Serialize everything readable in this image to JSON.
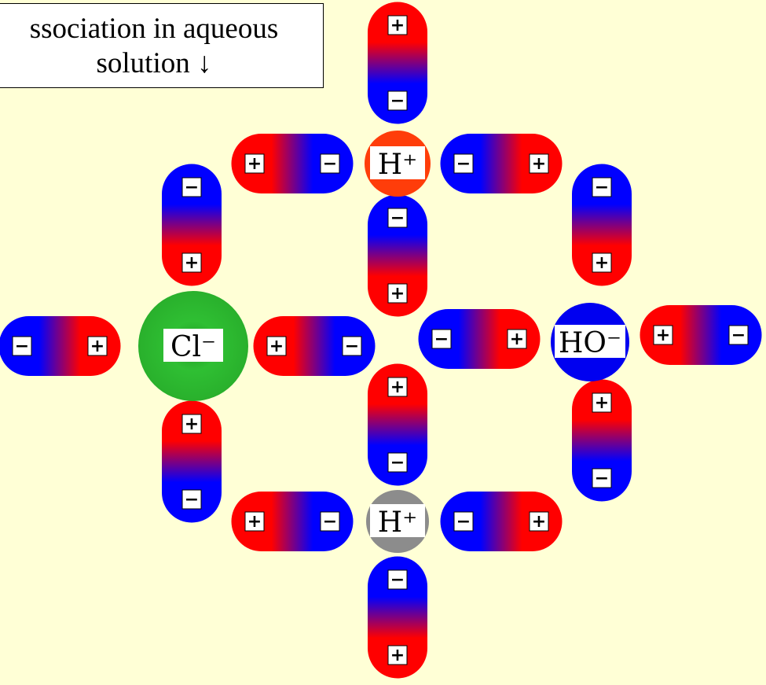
{
  "caption": {
    "line1": "ssociation in aqueous",
    "line2": "solution ↓"
  },
  "colors": {
    "background": "#ffffd6",
    "positive_pole": "#ff0000",
    "negative_pole": "#0000ff",
    "chloride": "#27b82b",
    "hydronium_top": "#ff3d0a",
    "hydronium_bottom": "#8c8c8c",
    "hydroxide": "#0000f0"
  },
  "signs": {
    "plus": "+",
    "minus": "−"
  },
  "ions": [
    {
      "id": "h-plus-top",
      "label": "H⁺",
      "color_key": "hydronium_top"
    },
    {
      "id": "chloride",
      "label": "Cl⁻",
      "color_key": "chloride"
    },
    {
      "id": "hydroxide",
      "label": "HO⁻",
      "color_key": "hydroxide"
    },
    {
      "id": "h-plus-bottom",
      "label": "H⁺",
      "color_key": "hydronium_bottom"
    }
  ],
  "dipoles": [
    {
      "orientation": "vertical",
      "first": "+",
      "second": "−"
    },
    {
      "orientation": "horizontal",
      "first": "+",
      "second": "−"
    },
    {
      "orientation": "horizontal",
      "first": "−",
      "second": "+"
    },
    {
      "orientation": "vertical",
      "first": "−",
      "second": "+"
    },
    {
      "orientation": "vertical",
      "first": "−",
      "second": "+"
    },
    {
      "orientation": "vertical",
      "first": "−",
      "second": "+"
    },
    {
      "orientation": "horizontal",
      "first": "−",
      "second": "+"
    },
    {
      "orientation": "horizontal",
      "first": "+",
      "second": "−"
    },
    {
      "orientation": "horizontal",
      "first": "−",
      "second": "+"
    },
    {
      "orientation": "horizontal",
      "first": "+",
      "second": "−"
    },
    {
      "orientation": "vertical",
      "first": "+",
      "second": "−"
    },
    {
      "orientation": "vertical",
      "first": "+",
      "second": "−"
    },
    {
      "orientation": "vertical",
      "first": "+",
      "second": "−"
    },
    {
      "orientation": "horizontal",
      "first": "+",
      "second": "−"
    },
    {
      "orientation": "horizontal",
      "first": "−",
      "second": "+"
    },
    {
      "orientation": "vertical",
      "first": "−",
      "second": "+"
    }
  ]
}
